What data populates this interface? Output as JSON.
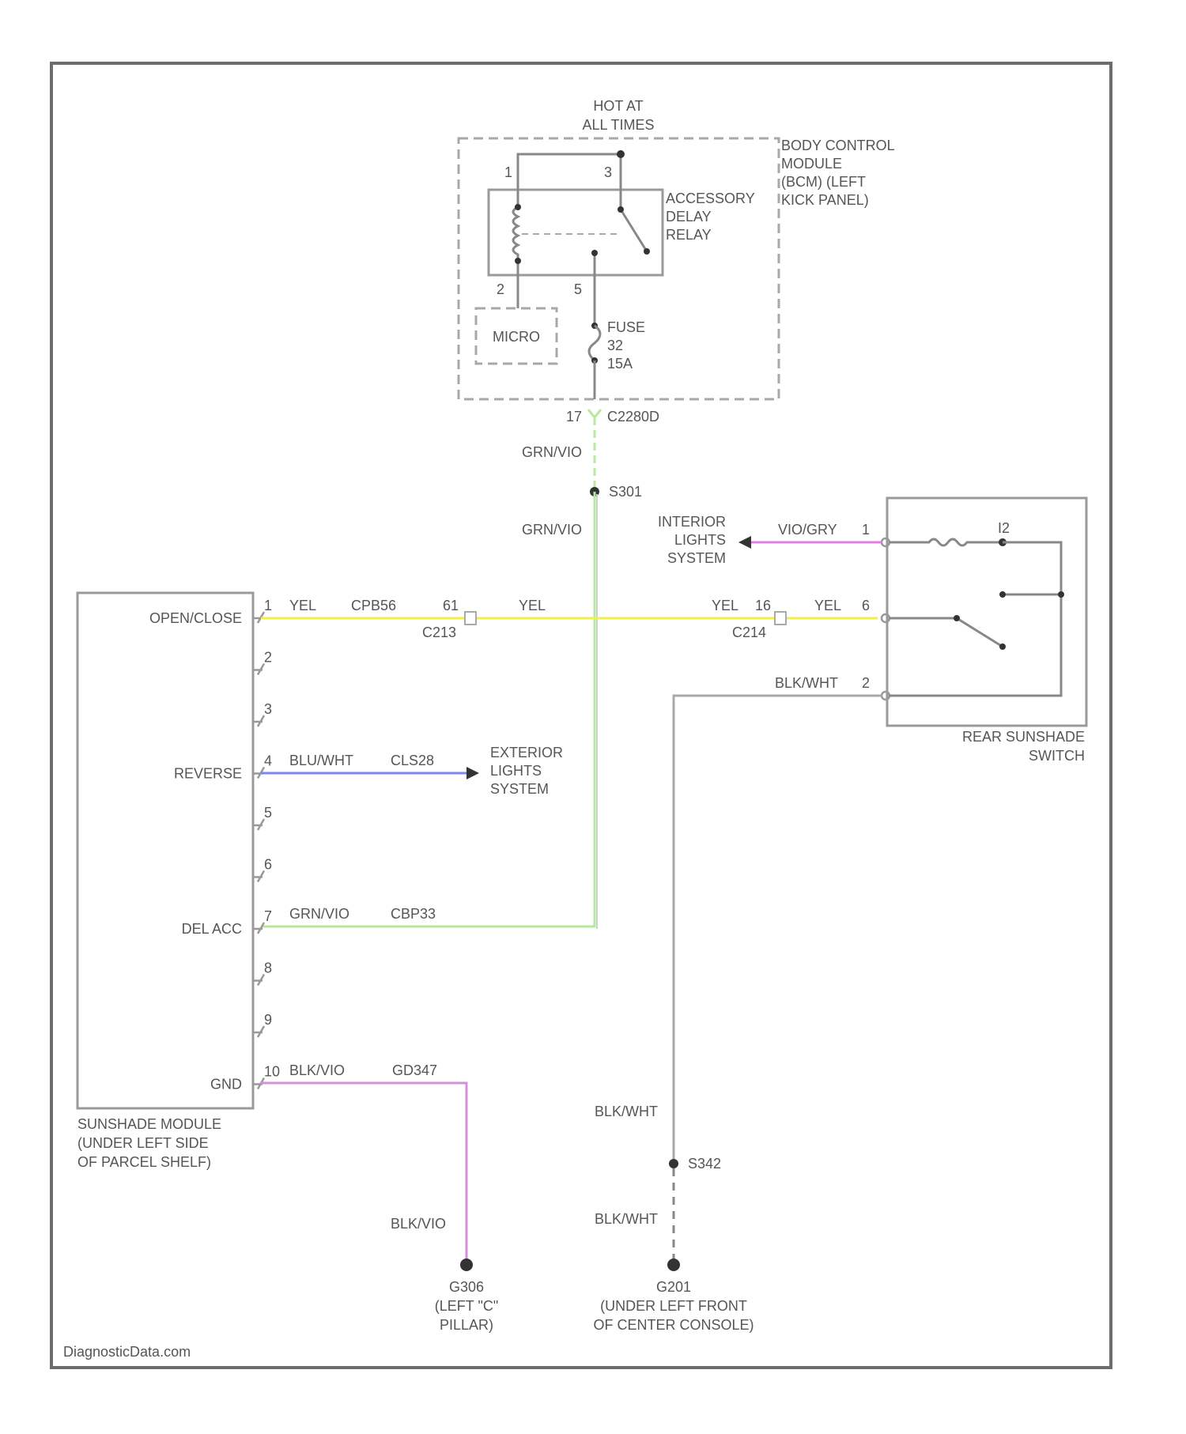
{
  "watermark": "DiagnosticData.com",
  "bcm": {
    "power_label_1": "HOT AT",
    "power_label_2": "ALL TIMES",
    "module_name": [
      "BODY CONTROL",
      "MODULE",
      "(BCM) (LEFT",
      "KICK PANEL)"
    ],
    "relay_name": [
      "ACCESSORY",
      "DELAY",
      "RELAY"
    ],
    "micro_label": "MICRO",
    "fuse_label": [
      "FUSE",
      "32",
      "15A"
    ],
    "relay_pins": [
      "1",
      "3",
      "2",
      "5"
    ],
    "connector_pin": "17",
    "connector": "C2280D"
  },
  "sunshade_module": {
    "name": [
      "SUNSHADE MODULE",
      "(UNDER LEFT SIDE",
      "OF PARCEL SHELF)"
    ],
    "pins": [
      {
        "num": "1",
        "func": "OPEN/CLOSE",
        "color": "YEL",
        "circuit": "CPB56"
      },
      {
        "num": "2",
        "func": "",
        "color": "",
        "circuit": ""
      },
      {
        "num": "3",
        "func": "",
        "color": "",
        "circuit": ""
      },
      {
        "num": "4",
        "func": "REVERSE",
        "color": "BLU/WHT",
        "circuit": "CLS28"
      },
      {
        "num": "5",
        "func": "",
        "color": "",
        "circuit": ""
      },
      {
        "num": "6",
        "func": "",
        "color": "",
        "circuit": ""
      },
      {
        "num": "7",
        "func": "DEL ACC",
        "color": "GRN/VIO",
        "circuit": "CBP33"
      },
      {
        "num": "8",
        "func": "",
        "color": "",
        "circuit": ""
      },
      {
        "num": "9",
        "func": "",
        "color": "",
        "circuit": ""
      },
      {
        "num": "10",
        "func": "GND",
        "color": "BLK/VIO",
        "circuit": "GD347"
      }
    ]
  },
  "wires": {
    "bcm_out_color": "GRN/VIO",
    "splice_s301": "S301",
    "below_splice_color": "GRN/VIO",
    "c213_pin": "61",
    "c213": "C213",
    "c213_out_color": "YEL",
    "c214_in_color": "YEL",
    "c214_pin": "16",
    "c214": "C214",
    "c214_out_color": "YEL",
    "switch_pin_yel": "6",
    "interior_color": "VIO/GRY",
    "switch_pin_vio": "1",
    "gnd_switch_color": "BLK/WHT",
    "switch_pin_gnd": "2",
    "gnd_splice_label": "S342",
    "gnd_lower_color": "BLK/WHT",
    "gnd_upper_color": "BLK/WHT",
    "gnd_module_lower_color": "BLK/VIO"
  },
  "destinations": {
    "interior": [
      "INTERIOR",
      "LIGHTS",
      "SYSTEM"
    ],
    "exterior": [
      "EXTERIOR",
      "LIGHTS",
      "SYSTEM"
    ]
  },
  "rear_switch": {
    "name": [
      "REAR SUNSHADE",
      "SWITCH"
    ],
    "illum_label": "I2"
  },
  "grounds": [
    {
      "id": "G306",
      "location": [
        "(LEFT \"C\"",
        "PILLAR)"
      ]
    },
    {
      "id": "G201",
      "location": [
        "(UNDER LEFT FRONT",
        "OF CENTER CONSOLE)"
      ]
    }
  ],
  "colors": {
    "yellow_wire": "#f1ef4a",
    "green_wire": "#b7e8a0",
    "blue_wire": "#7f86f0",
    "violet_wire": "#d490dc",
    "violet_pink_wire": "#e07fe0",
    "gray_wire": "#a8a8a8"
  }
}
